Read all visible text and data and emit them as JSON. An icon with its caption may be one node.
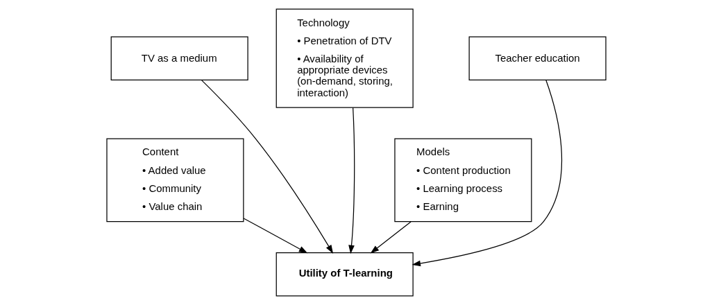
{
  "diagram": {
    "nodes": [
      {
        "text": [
          "TV as a medium"
        ]
      },
      {
        "text": [
          "Technology",
          "• Penetration of DTV",
          "• Availability of appropriate devices (on-demand, storing, interaction)"
        ]
      },
      {
        "text": [
          "Teacher education"
        ]
      },
      {
        "text": [
          "Content",
          "• Added value",
          "• Community",
          "• Value chain"
        ]
      },
      {
        "text": [
          "Models",
          "• Content production",
          "• Learning process",
          "• Earning"
        ]
      },
      {
        "text": [
          "Utility of T-learning"
        ]
      }
    ],
    "edges": [
      {
        "from": 0,
        "to": 5,
        "arrow": "to"
      },
      {
        "from": 3,
        "to": 5,
        "arrow": "to"
      },
      {
        "from": 1,
        "to": 5,
        "arrow": "to"
      },
      {
        "from": 2,
        "to": 5,
        "arrow": "to"
      },
      {
        "from": 4,
        "to": 5,
        "arrow": "to"
      }
    ]
  }
}
